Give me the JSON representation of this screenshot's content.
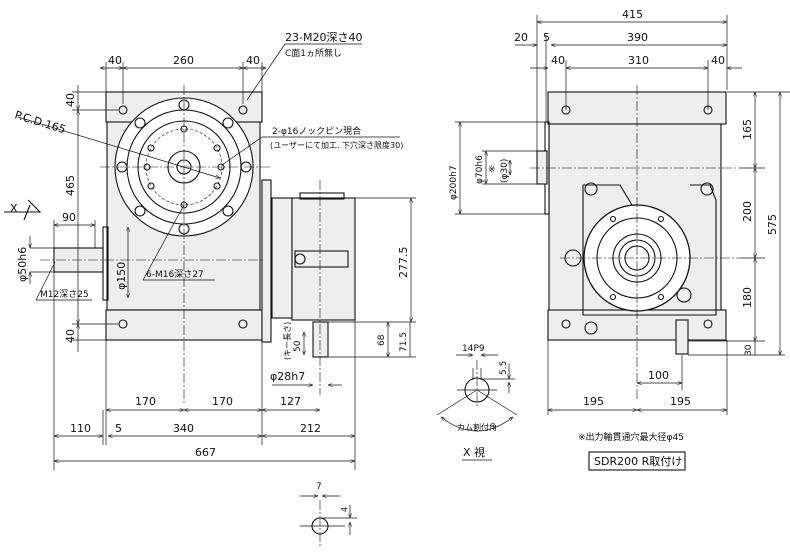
{
  "title": "SDR200 R取付け",
  "front_view": {
    "top_dims": [
      "40",
      "260",
      "40"
    ],
    "tapped_holes_note": "23-M20深さ40",
    "tapped_holes_subnote": "C面1ヵ所無し",
    "pcd": "P.C.D.165",
    "knock_pin_note": "2-φ16ノックピン現合",
    "knock_pin_subnote": "(ユーザーにて加工. 下穴深さ限度30)",
    "left_dims": [
      "40",
      "465",
      "40"
    ],
    "view_marker": "X",
    "input_shaft_length": "90",
    "input_shaft_dia": "φ50h6",
    "input_tap": "M12深さ25",
    "pilot_dia": "φ150",
    "output_tap": "6-M16深さ27",
    "motor_height": "277.5",
    "key_length_label": "(キー長さ)",
    "key_length": "50",
    "dim_68": "68",
    "dim_71_5": "71.5",
    "motor_shaft_dia": "φ28h7",
    "bottom_row1": [
      "170",
      "170",
      "127"
    ],
    "bottom_row2": [
      "110",
      "5",
      "340",
      "212"
    ],
    "overall_length": "667",
    "key_detail": [
      "7",
      "4"
    ]
  },
  "side_view": {
    "top_dims": {
      "overall": "415",
      "offset": "20",
      "plate": "5",
      "body": "390",
      "left": "40",
      "mid": "310",
      "right": "40"
    },
    "right_dims": [
      "165",
      "200",
      "180",
      "30"
    ],
    "overall_height": "575",
    "flange_dia": "φ200h7",
    "shaft_dia": "φ70h6",
    "asterisk": "※",
    "bore_dia": "(φ30)",
    "offset_dim": "100",
    "bottom_dims": [
      "195",
      "195"
    ],
    "note": "※出力軸貫通穴最大径φ45"
  },
  "x_view": {
    "key_width": "14P9",
    "key_depth": "5.5",
    "angle_label": "カム割付角",
    "caption": "X 視"
  }
}
